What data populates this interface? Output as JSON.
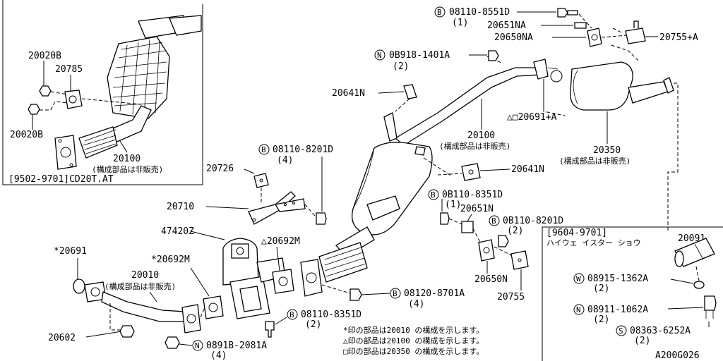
{
  "diagram": {
    "code": "A200G026",
    "inset_topleft": {
      "caption": "[9502-9701]CD20T.AT",
      "labels": {
        "p20020b_top": "20020B",
        "p20785": "20785",
        "p20020b_bot": "20020B",
        "p20100": "20100",
        "p20100_sub": "(構成部品は非販売)"
      }
    },
    "inset_bottomright": {
      "caption": "[9604-9701]",
      "caption_sub": "ハイウェ イスター  ショウ",
      "labels": {
        "p20091": "20091",
        "w08915": "08915-1362A",
        "w08915_qty": "(2)",
        "n08911": "08911-1062A",
        "n08911_qty": "(2)",
        "s08363": "08363-6252A",
        "s08363_qty": "(2)"
      }
    },
    "labels": {
      "b08110_8551": "08110-8551D",
      "b08110_8551_qty": "(1)",
      "p20651na": "20651NA",
      "p20650na": "20650NA",
      "p20755a": "20755+A",
      "n0b918": "0B918-1401A",
      "n0b918_qty": "(2)",
      "p20641n_a": "20641N",
      "p20691a": "△□20691+A",
      "p20100": "20100",
      "p20100_sub": "(構成部品は非販売)",
      "p20350": "20350",
      "p20350_sub": "(構成部品は非販売)",
      "b08110_8201_a": "08110-8201D",
      "b08110_8201_a_qty": "(4)",
      "p20726": "20726",
      "p20641n_b": "20641N",
      "p20710": "20710",
      "b0b110_8351": "0B110-8351D",
      "b0b110_8351_qty": "(1)",
      "p20651n": "20651N",
      "b0b110_8201_b": "0B110-8201D",
      "b0b110_8201_b_qty": "(2)",
      "p47420z": "47420Z",
      "p20692m_a": "△20692M",
      "p20691": "*20691",
      "p20692m_b": "*20692M",
      "p20010": "20010",
      "p20010_sub": "(構成部品は非販売)",
      "p20650n": "20650N",
      "p20755": "20755",
      "b08120_8701": "08120-8701A",
      "b08120_8701_qty": "(4)",
      "b08110_8351": "08110-8351D",
      "b08110_8351_qty": "(2)",
      "p20602": "20602",
      "n0891b_2081": "0891B-2081A",
      "n0891b_2081_qty": "(4)"
    },
    "circle_letters": {
      "b": "B",
      "n": "N",
      "w": "W",
      "s": "S"
    },
    "notes": [
      "*印の部品は20010 の構成を示します。",
      "△印の部品は20100 の構成を示します。",
      "□印の部品は20350 の構成を示します。"
    ]
  }
}
